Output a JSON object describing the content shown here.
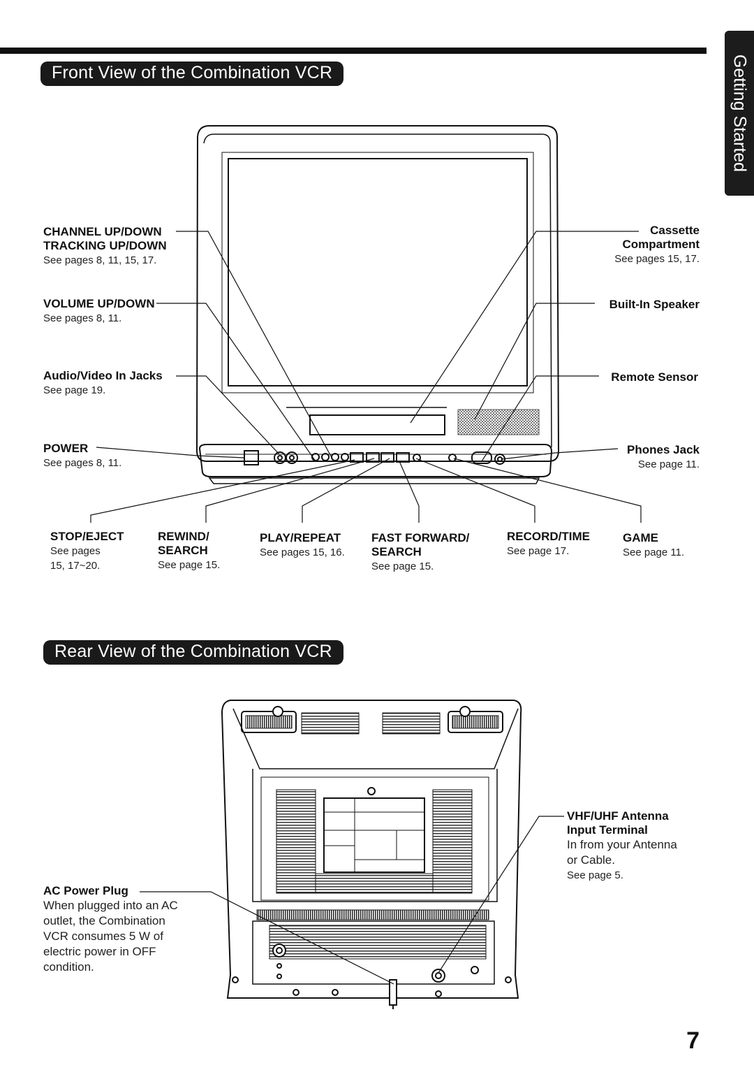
{
  "side_tab": "Getting Started",
  "front": {
    "title": "Front View of the Combination VCR",
    "left_labels": [
      {
        "name": "CHANNEL UP/DOWN",
        "name2": "TRACKING UP/DOWN",
        "ref": "See pages 8, 11, 15, 17."
      },
      {
        "name": "VOLUME UP/DOWN",
        "ref": "See pages 8, 11."
      },
      {
        "name": "Audio/Video In Jacks",
        "ref": "See page 19."
      },
      {
        "name": "POWER",
        "ref": "See pages 8, 11."
      }
    ],
    "right_labels": [
      {
        "name": "Cassette",
        "name2": "Compartment",
        "ref": "See pages 15, 17."
      },
      {
        "name": "Built-In Speaker"
      },
      {
        "name": "Remote Sensor"
      },
      {
        "name": "Phones Jack",
        "ref": "See page 11."
      }
    ],
    "bottom_labels": [
      {
        "name": "STOP/EJECT",
        "ref": "See pages",
        "ref2": "15, 17~20."
      },
      {
        "name": "REWIND/",
        "name2": "SEARCH",
        "ref": "See page 15."
      },
      {
        "name": "PLAY/REPEAT",
        "ref": "See pages 15, 16."
      },
      {
        "name": "FAST FORWARD/",
        "name2": "SEARCH",
        "ref": "See page 15."
      },
      {
        "name": "RECORD/TIME",
        "ref": "See page 17."
      },
      {
        "name": "GAME",
        "ref": "See page 11."
      }
    ]
  },
  "rear": {
    "title": "Rear View of the Combination VCR",
    "antenna": {
      "name": "VHF/UHF Antenna",
      "name2": "Input Terminal",
      "desc1": "In from your Antenna",
      "desc2": "or Cable.",
      "ref": "See page 5."
    },
    "ac": {
      "name": "AC Power Plug",
      "desc": [
        "When plugged into an AC",
        "outlet, the Combination",
        "VCR consumes 5 W of",
        "electric power in OFF",
        "condition."
      ]
    }
  },
  "page_number": "7"
}
